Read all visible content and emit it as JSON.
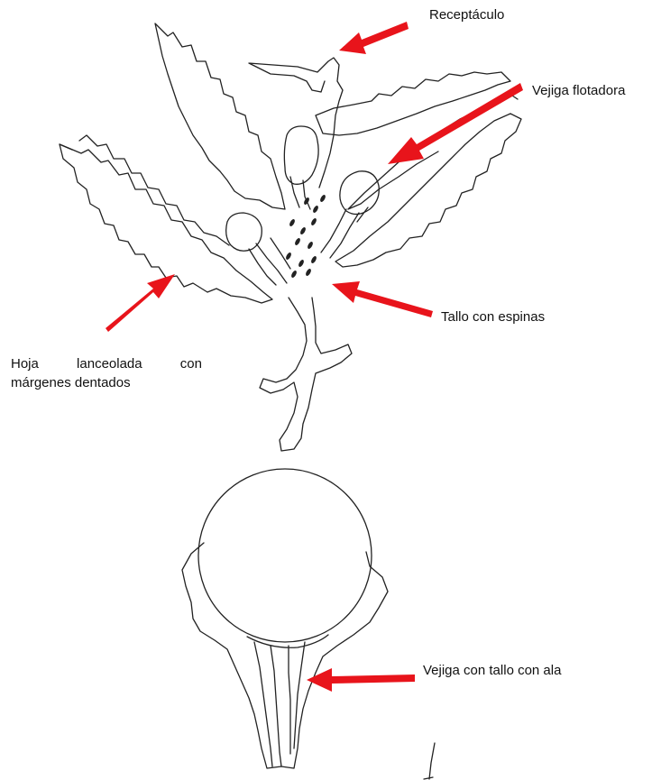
{
  "labels": {
    "receptaculo": "Receptáculo",
    "vejiga_flotadora": "Vejiga flotadora",
    "tallo_con_espinas": "Tallo con espinas",
    "hoja_line1_words": [
      "Hoja",
      "lanceolada",
      "con"
    ],
    "hoja_line2": "márgenes dentados",
    "vejiga_con_tallo_con_ala": "Vejiga con tallo con ala"
  },
  "colors": {
    "arrow": "#e8141b",
    "outline": "#222222",
    "background": "#ffffff"
  }
}
